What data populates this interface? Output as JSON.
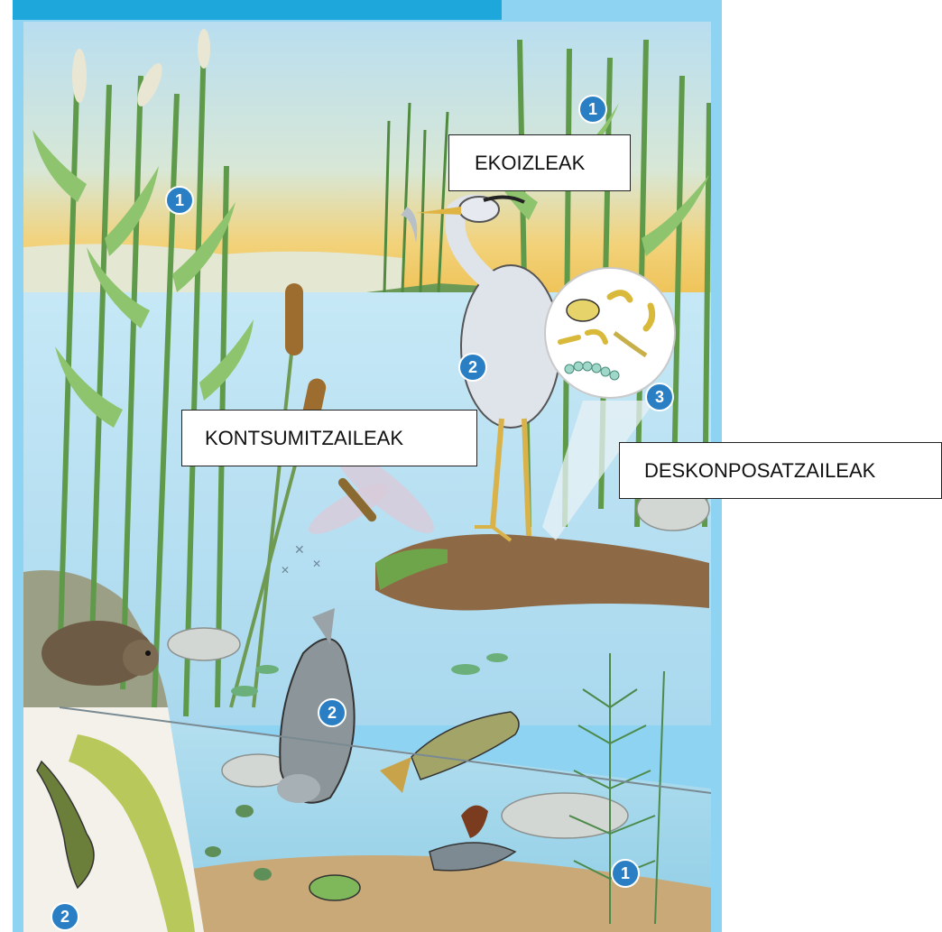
{
  "labels": {
    "producers": "EKOIZLEAK",
    "consumers": "KONTSUMITZAILEAK",
    "decomposers": "DESKONPOSATZAILEAK"
  },
  "badges": {
    "reeds_left": "1",
    "reeds_right": "1",
    "heron": "2",
    "microbes": "3",
    "fish": "2",
    "water_plant": "1",
    "lizard": "2"
  },
  "colors": {
    "frame": "#8fd3f2",
    "header": "#1ea7db",
    "badge": "#2a7fc4",
    "water": "#bfe4f4",
    "reed": "#7fb86a"
  }
}
